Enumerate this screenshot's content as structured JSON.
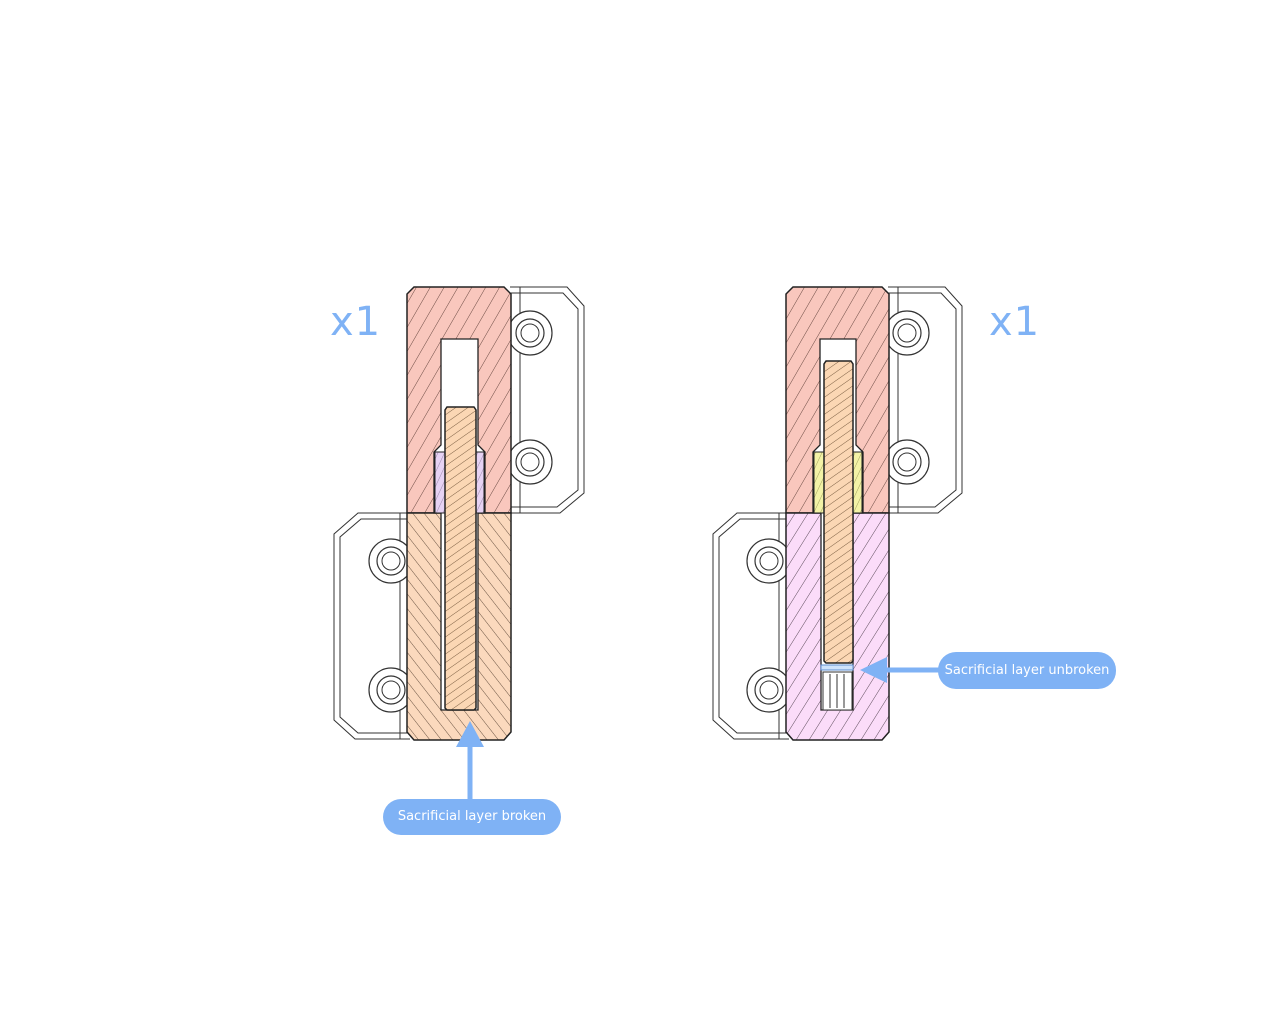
{
  "annotations": {
    "quantity_left": "x1",
    "quantity_right": "x1",
    "callout_left": "Sacrificial layer broken",
    "callout_right": "Sacrificial layer unbroken"
  },
  "colors": {
    "accent": "#7fb2f5",
    "upper_block_fill": "#f9c7bd",
    "lower_block_left_fill": "#fbd9bd",
    "lower_block_right_fill": "#fbdcf9",
    "pin_fill": "#fbd7b4",
    "insert_left_fill": "#e6d2f3",
    "insert_right_fill": "#f3f2a6",
    "outline": "#222222"
  }
}
